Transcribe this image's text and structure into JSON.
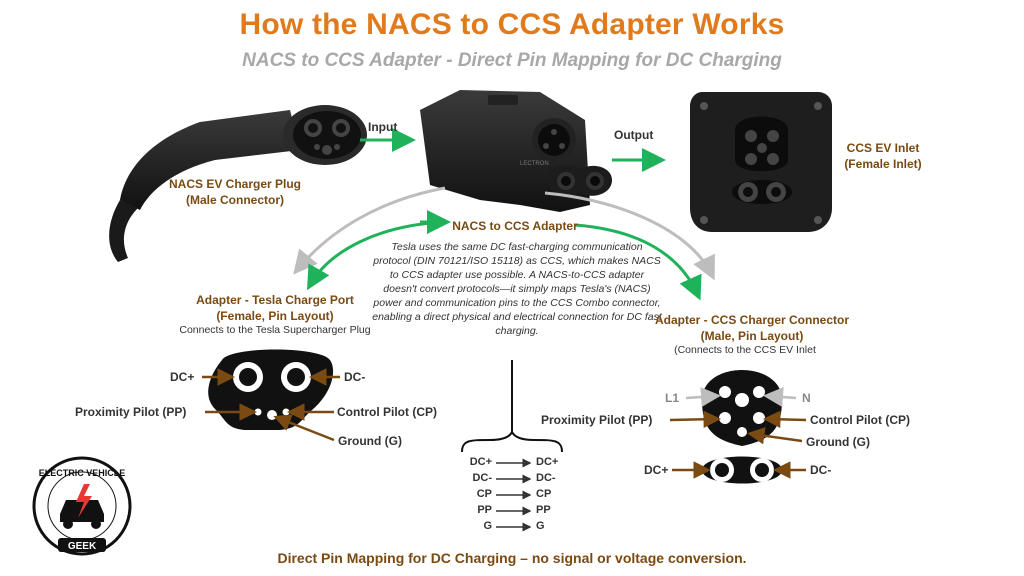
{
  "title": "How the NACS to CCS Adapter Works",
  "subtitle": "NACS to CCS Adapter - Direct Pin Mapping for DC Charging",
  "input_label": "Input",
  "output_label": "Output",
  "nacs_plug": {
    "line1": "NACS EV Charger Plug",
    "line2": "(Male Connector)"
  },
  "adapter_center": {
    "label": "NACS to CCS Adapter",
    "brand": "LECTRON"
  },
  "ccs_inlet": {
    "line1": "CCS EV Inlet",
    "line2": "(Female Inlet)"
  },
  "description": "Tesla uses the same DC fast-charging communication protocol (DIN 70121/ISO 15118) as CCS, which makes NACS to CCS adapter use possible. A NACS-to-CCS adapter doesn't convert protocols—it simply maps Tesla's (NACS) power and communication pins to the CCS Combo connector, enabling a direct physical and electrical connection for DC fast charging.",
  "tesla_port": {
    "line1": "Adapter - Tesla Charge Port",
    "line2": "(Female, Pin Layout)",
    "note": "Connects to the Tesla Supercharger Plug",
    "pins": {
      "dc_plus": "DC+",
      "dc_minus": "DC-",
      "pp": "Proximity Pilot (PP)",
      "cp": "Control Pilot (CP)",
      "ground": "Ground (G)"
    }
  },
  "ccs_connector": {
    "line1": "Adapter - CCS Charger Connector",
    "line2": "(Male, Pin Layout)",
    "note": "(Connects to the CCS EV Inlet",
    "pins": {
      "l1": "L1",
      "n": "N",
      "pp": "Proximity Pilot (PP)",
      "cp": "Control Pilot (CP)",
      "ground": "Ground (G)",
      "dc_plus": "DC+",
      "dc_minus": "DC-"
    }
  },
  "mapping": [
    {
      "from": "DC+",
      "to": "DC+"
    },
    {
      "from": "DC-",
      "to": "DC-"
    },
    {
      "from": "CP",
      "to": "CP"
    },
    {
      "from": "PP",
      "to": "PP"
    },
    {
      "from": "G",
      "to": "G"
    }
  ],
  "footer": "Direct Pin Mapping for DC Charging – no signal or voltage conversion.",
  "logo": {
    "top_text": "ELECTRIC VEHICLE",
    "bottom_text": "GEEK"
  },
  "colors": {
    "title": "#e07a1c",
    "green": "#1fb25a",
    "brown": "#7a4a12",
    "gray": "#bdbdbd"
  }
}
